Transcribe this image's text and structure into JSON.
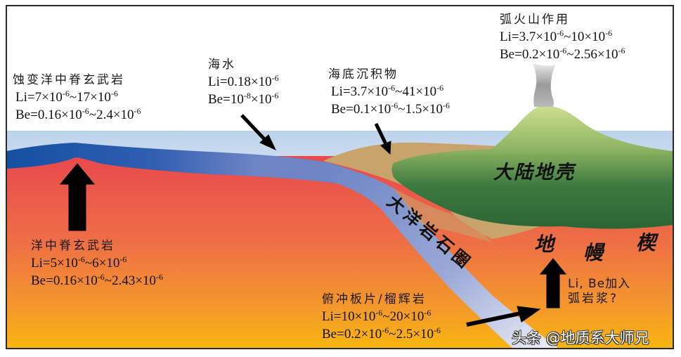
{
  "diagram": {
    "type": "subduction-zone cross-section",
    "regions": {
      "continental_crust": "大陆地壳",
      "oceanic_lithosphere": "大洋岩石圈",
      "mantle_wedge": [
        "地",
        "幔",
        "楔"
      ]
    },
    "labels": {
      "altered_morb": {
        "title": "蚀变洋中脊玄武岩",
        "li": {
          "prefix": "Li=",
          "lo": "7",
          "hi": "17",
          "exp": "-6"
        },
        "be": {
          "prefix": "Be=",
          "lo": "0.16",
          "hi": "2.4",
          "exp": "-6"
        }
      },
      "seawater": {
        "title": "海水",
        "li": {
          "prefix": "Li=",
          "val": "0.18",
          "exp": "-6"
        },
        "be": {
          "prefix": "Be=",
          "val": "10",
          "val_exp": "-8",
          "exp": "-6"
        }
      },
      "seafloor_sediment": {
        "title": "海底沉积物",
        "li": {
          "prefix": "Li=",
          "lo": "3.7",
          "hi": "41",
          "exp": "-6"
        },
        "be": {
          "prefix": "Be=",
          "lo": "0.1",
          "hi": "1.5",
          "exp": "-6"
        }
      },
      "arc_volcanism": {
        "title": "弧火山作用",
        "li": {
          "prefix": "Li=",
          "lo": "3.7",
          "hi": "10",
          "exp": "-6"
        },
        "be": {
          "prefix": "Be=",
          "lo": "0.2",
          "hi": "2.56",
          "exp": "-6"
        }
      },
      "morb": {
        "title": "洋中脊玄武岩",
        "li": {
          "prefix": "Li=",
          "lo": "5",
          "hi": "6",
          "exp": "-6"
        },
        "be": {
          "prefix": "Be=",
          "lo": "0.16",
          "hi": "2.43",
          "exp": "-6"
        }
      },
      "slab_eclogite": {
        "title": "俯冲板片/榴辉岩",
        "li": {
          "prefix": "Li=",
          "lo": "10",
          "hi": "20",
          "exp": "-6"
        },
        "be": {
          "prefix": "Be=",
          "lo": "0.2",
          "hi": "2.5",
          "exp": "-6"
        }
      },
      "arc_magma_question": {
        "line1": "Li, Be加入",
        "line2": "弧岩浆?"
      }
    },
    "watermark": "头条 @地质系大师兄",
    "colors": {
      "seawater": "#c4d6ec",
      "oceanic_crust_dark": "#1a56a6",
      "oceanic_crust_light": "#c9cfe6",
      "sediment": "#c8a46a",
      "continent_light": "#c9dc8e",
      "continent_dark": "#2f6b38",
      "mantle_top": "#e8524c",
      "mantle_bottom": "#f8b012",
      "smoke": "#a9a9a9",
      "arrow": "#000000",
      "frame": "#2a2a2a"
    }
  },
  "symbols": {
    "times": "×",
    "ten": "10",
    "tilde": "~"
  }
}
